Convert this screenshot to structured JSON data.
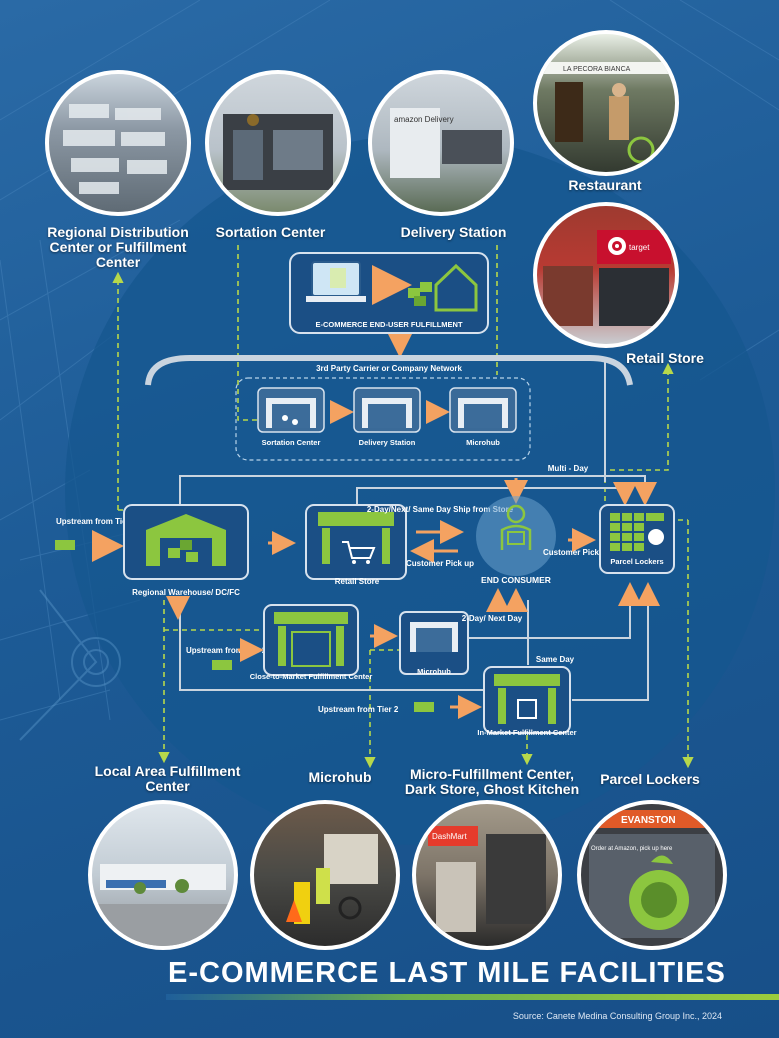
{
  "photo_labels": {
    "regional": "Regional Distribution Center or Fulfillment Center",
    "sortation": "Sortation Center",
    "delivery": "Delivery Station",
    "restaurant": "Restaurant",
    "retail_store": "Retail Store",
    "local_area": "Local Area Fulfillment Center",
    "microhub": "Microhub",
    "micro_fulfillment": "Micro-Fulfillment Center, Dark Store, Ghost Kitchen",
    "parcel_lockers": "Parcel Lockers"
  },
  "photo_text": {
    "delivery_sign": "amazon Delivery",
    "restaurant_sign": "LA PECORA BIANCA",
    "target_sign": "target",
    "dashmart_sign": "DashMart",
    "locker_sign": "EVANSTON",
    "locker_text": "Order at Amazon, pick up here"
  },
  "diagram": {
    "ecommerce": "E-COMMERCE END-USER FULFILLMENT",
    "carrier": "3rd Party Carrier or Company Network",
    "sortation": "Sortation Center",
    "delivery_station": "Delivery Station",
    "microhub_top": "Microhub",
    "multi_day": "Multi - Day",
    "upstream_left": "Upstream from Tier 2",
    "regional_wh": "Regional Warehouse/ DC/FC",
    "retail_store": "Retail Store",
    "two_day": "2-Day/Next/ Same Day Ship from Store",
    "customer_pickup_left": "Customer Pick up",
    "end_consumer": "END CONSUMER",
    "customer_pickup_right": "Customer Pick up",
    "parcel_lockers": "Parcel Lockers",
    "upstream_ctm": "Upstream from Tier 2",
    "close_to_market": "Close-to-Market Fulfillment Center",
    "microhub_mid": "Microhub",
    "two_day_next": "2-Day/ Next Day",
    "same_day": "Same Day",
    "upstream_inmarket": "Upstream from Tier 2",
    "in_market": "In-Market Fulfillment Center"
  },
  "title": "E-COMMERCE LAST MILE FACILITIES",
  "source": "Source: Canete Medina Consulting Group Inc., 2024",
  "colors": {
    "accent_green": "#8cc63f",
    "arrow_orange": "#f4a261",
    "dash_green": "#b7d84b",
    "background": "#1f5f9a"
  }
}
